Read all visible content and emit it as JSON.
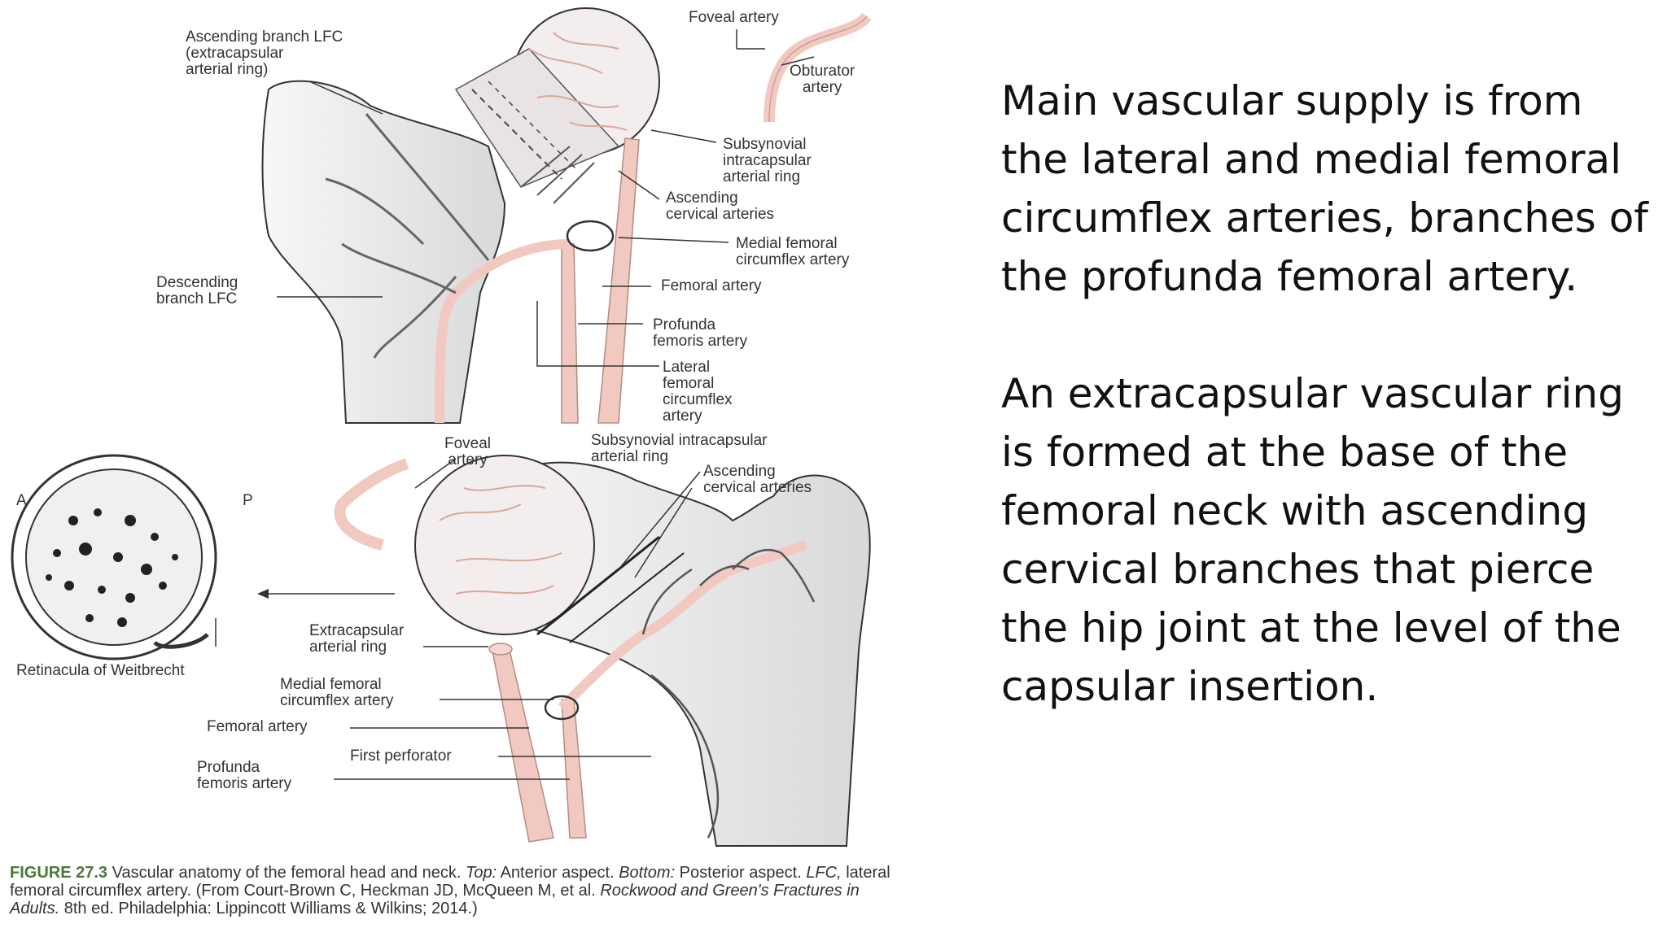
{
  "figure": {
    "top_labels": {
      "foveal_artery": "Foveal artery",
      "ascending_branch_lfc": "Ascending branch LFC\n(extracapsular\narterial ring)",
      "obturator_artery": "Obturator\nartery",
      "subsynovial_ring": "Subsynovial\nintracapsular\narterial ring",
      "ascending_cervical": "Ascending\ncervical arteries",
      "medial_femoral_circumflex": "Medial femoral\ncircumflex artery",
      "descending_branch_lfc": "Descending\nbranch LFC",
      "femoral_artery": "Femoral artery",
      "profunda_femoris": "Profunda\nfemoris artery",
      "lateral_femoral_circumflex": "Lateral\nfemoral\ncircumflex\nartery"
    },
    "bottom_labels": {
      "foveal_artery": "Foveal\nartery",
      "subsynovial_ring": "Subsynovial intracapsular\narterial ring",
      "ascending_cervical": "Ascending\ncervical arteries",
      "a_marker": "A",
      "p_marker": "P",
      "extracapsular_ring": "Extracapsular\narterial ring",
      "retinacula": "Retinacula of Weitbrecht",
      "medial_femoral_circumflex": "Medial femoral\ncircumflex artery",
      "femoral_artery": "Femoral artery",
      "first_perforator": "First perforator",
      "profunda_femoris": "Profunda\nfemoris artery"
    },
    "caption": {
      "figure_number": "FIGURE 27.3",
      "part1": " Vascular anatomy of the femoral head and neck. ",
      "top_it": "Top:",
      "part2": " Anterior aspect. ",
      "bottom_it": "Bottom:",
      "part3": " Posterior aspect. ",
      "lfc_it": "LFC,",
      "part4": " lateral femoral circumflex artery. (From Court-Brown C, Heckman JD, McQueen M, et al. ",
      "book_it": "Rockwood and Green's Fractures in Adults.",
      "part5": " 8th ed. Philadelphia: Lippincott Williams & Wilkins; 2014.)"
    }
  },
  "text_panel": {
    "paragraph1": "Main vascular supply is from the lateral and medial femoral circumflex arteries, branches of the profunda femoral artery.",
    "paragraph2": "An extracapsular vascular ring is formed at the base of the femoral neck with ascending cervical branches that pierce the hip joint at the level of the capsular insertion."
  },
  "colors": {
    "artery": "#f2c9c0",
    "artery_stroke": "#b58b82",
    "bone_fill": "#e6e6e6",
    "caption_figure": "#4a7a3a"
  }
}
